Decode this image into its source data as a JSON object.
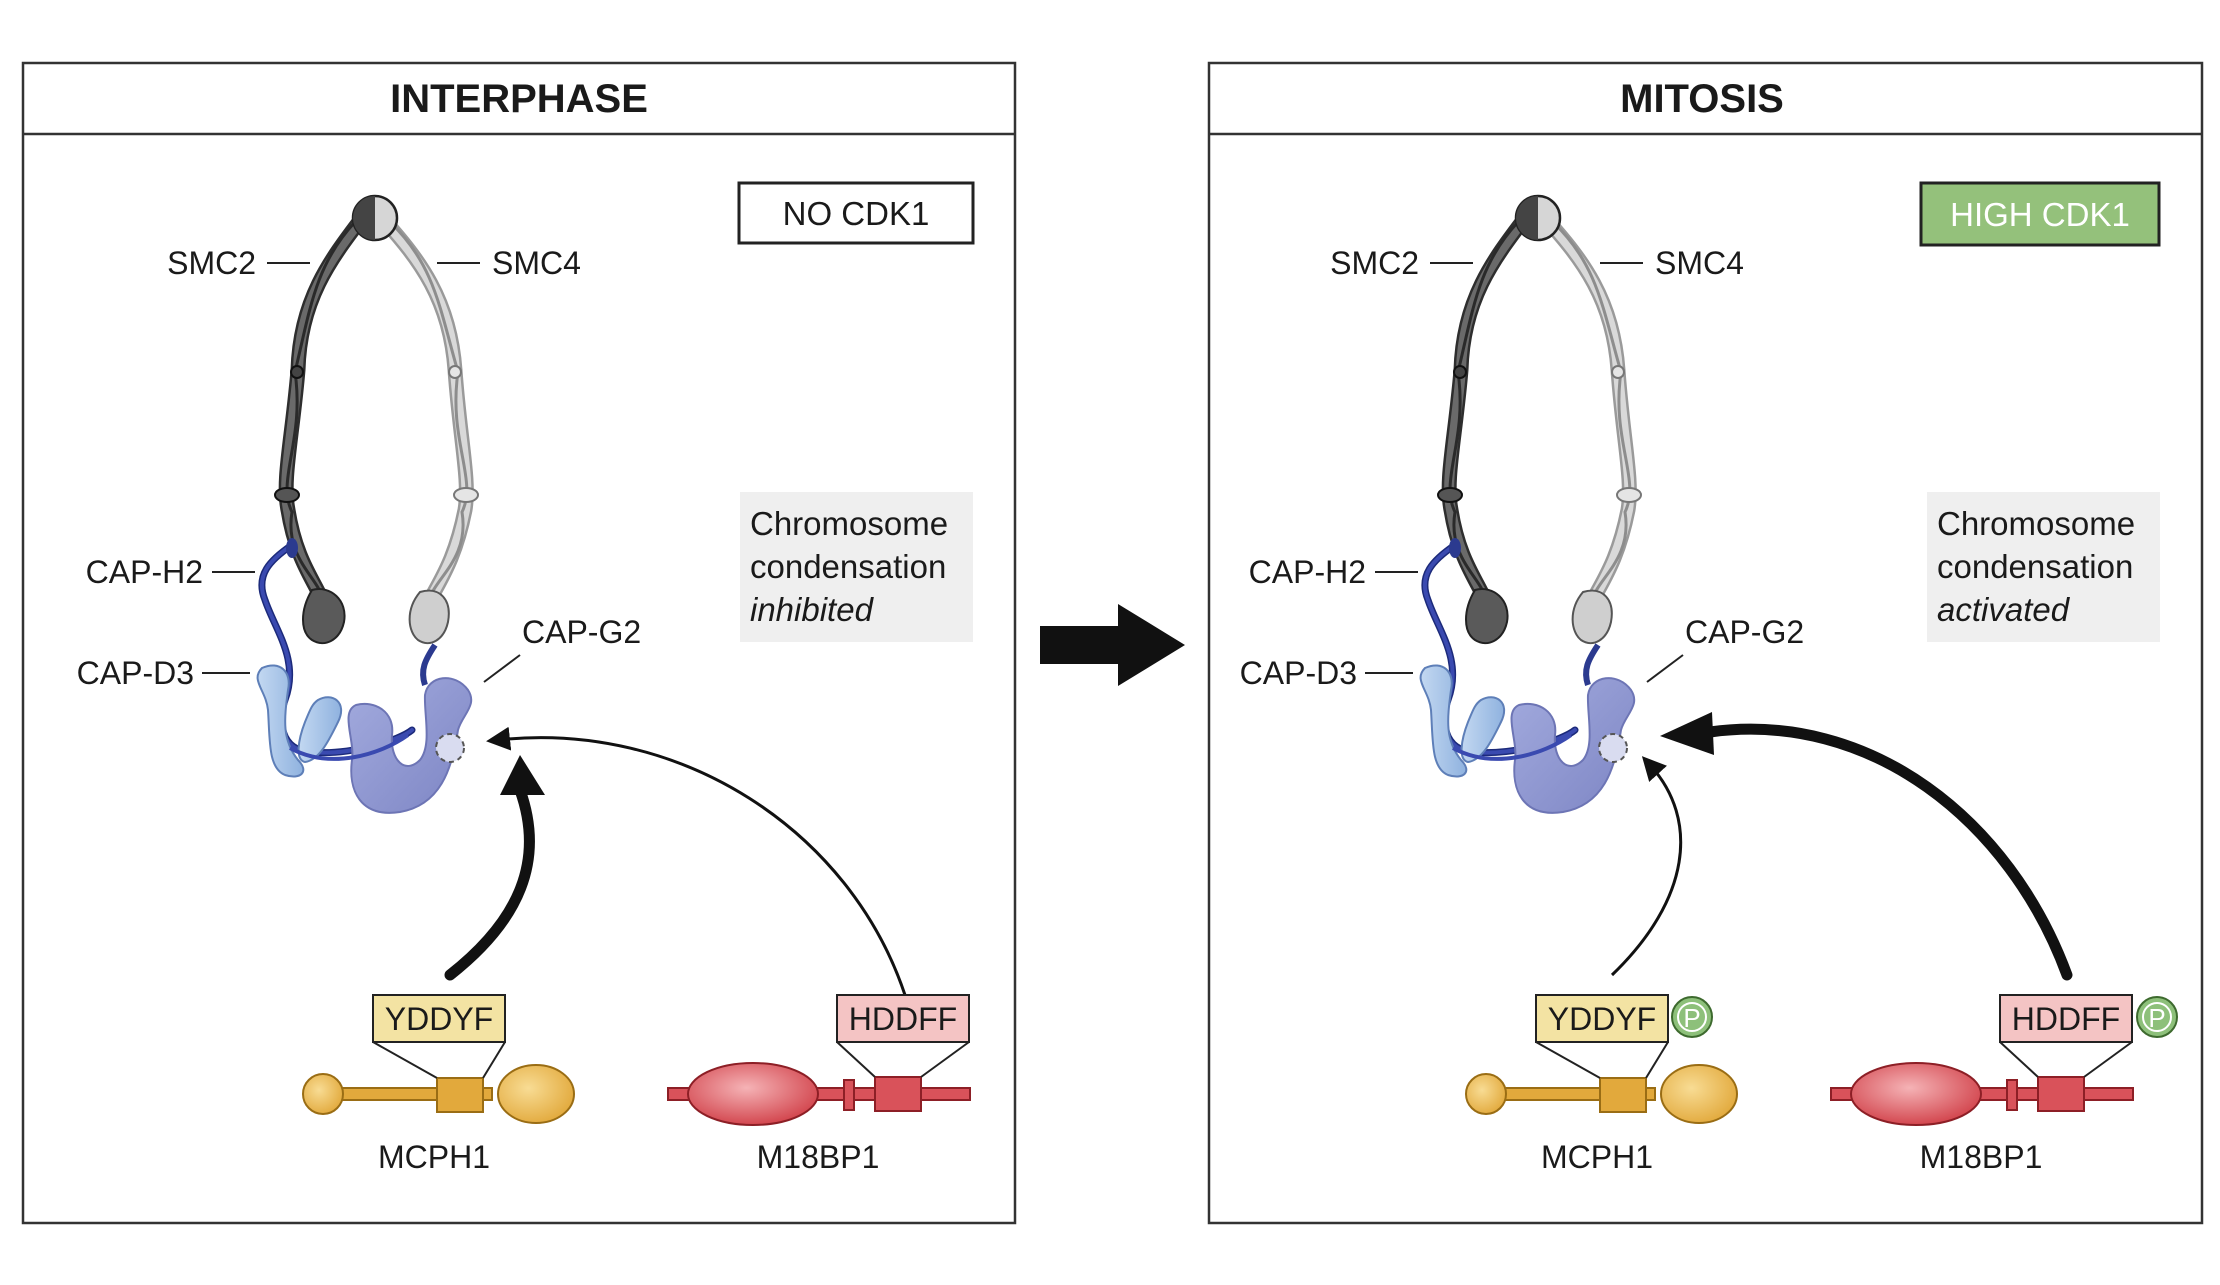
{
  "panels": [
    {
      "title": "INTERPHASE",
      "cdk1_status": "NO CDK1",
      "cdk1_fill": "#ffffff",
      "condensation_line1": "Chromosome",
      "condensation_line2": "condensation",
      "condensation_state": "inhibited",
      "labels": {
        "smc2": "SMC2",
        "smc4": "SMC4",
        "cap_h2": "CAP-H2",
        "cap_d3": "CAP-D3",
        "cap_g2": "CAP-G2"
      },
      "mcph1_motif": "YDDYF",
      "m18bp1_motif": "HDDFF",
      "mcph1_label": "MCPH1",
      "m18bp1_label": "M18BP1",
      "phosphorylated": false,
      "dominant_binder": "MCPH1"
    },
    {
      "title": "MITOSIS",
      "cdk1_status": "HIGH CDK1",
      "cdk1_fill": "#94c17b",
      "condensation_line1": "Chromosome",
      "condensation_line2": "condensation",
      "condensation_state": "activated",
      "labels": {
        "smc2": "SMC2",
        "smc4": "SMC4",
        "cap_h2": "CAP-H2",
        "cap_d3": "CAP-D3",
        "cap_g2": "CAP-G2"
      },
      "mcph1_motif": "YDDYF",
      "m18bp1_motif": "HDDFF",
      "mcph1_label": "MCPH1",
      "m18bp1_label": "M18BP1",
      "phosphorylated": true,
      "phospho_label": "P",
      "dominant_binder": "M18BP1"
    }
  ],
  "colors": {
    "smc2": "#5a5a5a",
    "smc4": "#cfcfcf",
    "cap_h2": "#2b3a8f",
    "cap_d3": "#a9c6e8",
    "cap_g2": "#8e95cf",
    "yddyf_box": "#f3e3a3",
    "hddff_box": "#f4c4c4",
    "mcph1": "#e9b550",
    "m18bp1": "#d9525a",
    "phospho": "#8dc07a",
    "arrow": "#111111"
  }
}
